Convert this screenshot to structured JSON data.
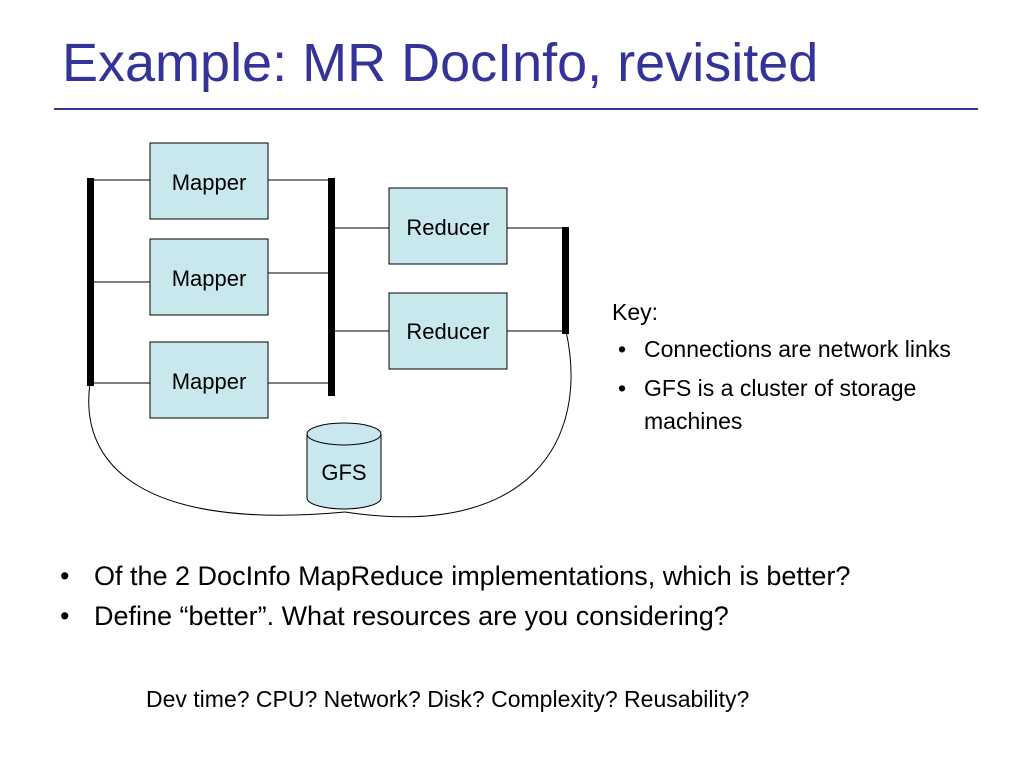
{
  "title": "Example: MR DocInfo, revisited",
  "diagram": {
    "mappers": [
      "Mapper",
      "Mapper",
      "Mapper"
    ],
    "reducers": [
      "Reducer",
      "Reducer"
    ],
    "storage": "GFS",
    "colors": {
      "box_fill": "#c9e8ed",
      "line": "#000000"
    }
  },
  "key": {
    "title": "Key:",
    "items": [
      "Connections are network links",
      "GFS is a cluster of storage machines"
    ]
  },
  "bullets": [
    "Of the 2 DocInfo MapReduce implementations, which is better?",
    "Define “better”.  What resources are you considering?"
  ],
  "sub_note": "Dev time? CPU?  Network?  Disk?  Complexity?  Reusability?",
  "bullet_glyph": "•",
  "accent_color": "#333399"
}
